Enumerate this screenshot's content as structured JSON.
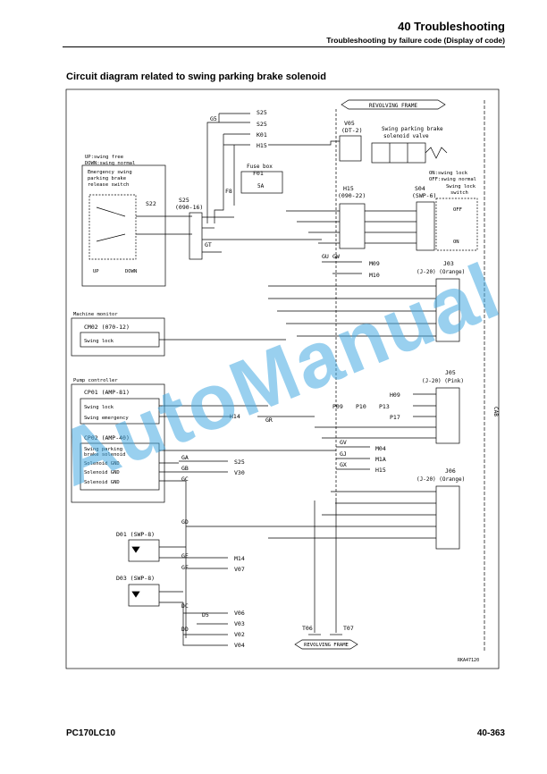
{
  "header": {
    "title": "40 Troubleshooting",
    "subtitle": "Troubleshooting by failure code (Display of code)"
  },
  "section_title": "Circuit diagram related to swing parking brake solenoid",
  "footer": {
    "model": "PC170LC10",
    "page": "40-363"
  },
  "watermark": "AutoManual",
  "diagram": {
    "revolving_frame_top": "REVOLVING FRAME",
    "revolving_frame_bottom": "REVOLVING FRAME",
    "cab": "CAB",
    "figure_id": "RKA47120",
    "v05": {
      "name": "V05",
      "type": "(DT-2)",
      "desc1": "Swing parking brake",
      "desc2": "solenoid valve"
    },
    "fuse": {
      "title": "Fuse box",
      "name": "F01",
      "rating": "5A"
    },
    "s22": {
      "name": "S22",
      "l1": "UP:swing free",
      "l2": "DOWN:swing normal",
      "l3": "Emergency swing",
      "l4": "parking brake",
      "l5": "release switch",
      "up": "UP",
      "down": "DOWN"
    },
    "s25": {
      "name": "S25",
      "type": "(090-16)"
    },
    "h15": {
      "name": "H15",
      "type": "(090-22)"
    },
    "s04": {
      "name": "S04",
      "type": "(SWP-6)",
      "l1": "ON:swing lock",
      "l2": "OFF:swing normal",
      "l3": "Swing lock",
      "l4": "switch",
      "off": "OFF",
      "on": "ON"
    },
    "j03": {
      "name": "J03",
      "type": "(J-20) (Orange)"
    },
    "j05": {
      "name": "J05",
      "type": "(J-20) (Pink)"
    },
    "j06": {
      "name": "J06",
      "type": "(J-20) (Orange)"
    },
    "monitor": {
      "title": "Machine monitor",
      "conn": "CM02 (070-12)",
      "sig": "Swing lock"
    },
    "pump": {
      "title": "Pump controller",
      "cp01": "CP01 (AMP-81)",
      "sig1": "Swing lock",
      "sig2": "Swing emergency",
      "cp02": "CP02 (AMP-40)",
      "sig3": "Swing parking",
      "sig3b": "brake solenoid",
      "gnd1": "Solenoid GND",
      "gnd2": "Solenoid GND",
      "gnd3": "Solenoid GND"
    },
    "d01": "D01 (SWP-8)",
    "d03": "D03 (SWP-8)",
    "t06": "T06",
    "t07": "T07",
    "refs": {
      "s25a": "S25",
      "s25b": "S25",
      "k01": "K01",
      "h15": "H15",
      "m09": "M09",
      "m10": "M10",
      "h09": "H09",
      "p09": "P09",
      "p10": "P10",
      "p13": "P13",
      "p17": "P17",
      "h14": "H14",
      "m04": "M04",
      "m1a": "M1A",
      "h15b": "H15",
      "s25c": "S25",
      "v30": "V30",
      "m14": "M14",
      "v07": "V07",
      "v06": "V06",
      "v03": "V03",
      "v02": "V02",
      "v04": "V04"
    },
    "wires": {
      "g5": "G5",
      "f8": "F8",
      "gt": "GT",
      "gu": "GU",
      "gw": "GW",
      "gr": "GR",
      "gv": "GV",
      "gj": "GJ",
      "gx": "GX",
      "ga": "GA",
      "gb": "GB",
      "gc": "GC",
      "gd": "GD",
      "ge": "GE",
      "gf": "GF",
      "dc": "DC",
      "d5": "D5",
      "dd": "DD"
    }
  }
}
